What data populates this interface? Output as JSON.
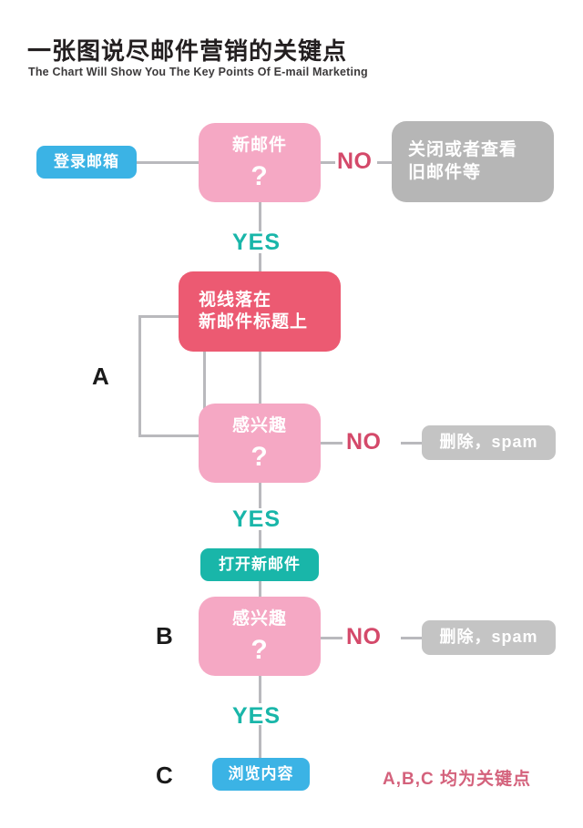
{
  "header": {
    "title_zh": "一张图说尽邮件营销的关键点",
    "title_en": "The Chart Will Show You The Key Points Of E-mail Marketing"
  },
  "colors": {
    "blue": "#3bb3e5",
    "teal": "#19b6a9",
    "pink": "#f5a8c4",
    "red": "#ec5a72",
    "gray": "#b6b6b6",
    "gray_light": "#c4c4c4",
    "line": "#b9b9bd",
    "no_text": "#d4496a",
    "yes_text": "#19b6a9",
    "footnote": "#d4627c",
    "letter": "#1a1a1a"
  },
  "nodes": {
    "login": {
      "label": "登录邮箱"
    },
    "new_mail": {
      "label": "新邮件",
      "question": "?"
    },
    "close_or_old": {
      "line1": "关闭或者查看",
      "line2": "旧邮件等"
    },
    "gaze": {
      "line1": "视线落在",
      "line2": "新邮件标题上"
    },
    "interest_a": {
      "label": "感兴趣",
      "question": "?"
    },
    "delete_spam_a": {
      "label": "删除，spam"
    },
    "open_mail": {
      "label": "打开新邮件"
    },
    "interest_b": {
      "label": "感兴趣",
      "question": "?"
    },
    "delete_spam_b": {
      "label": "删除，spam"
    },
    "browse": {
      "label": "浏览内容"
    }
  },
  "edges": {
    "no_1": "NO",
    "yes_1": "YES",
    "no_2": "NO",
    "yes_2": "YES",
    "no_3": "NO",
    "yes_3": "YES"
  },
  "markers": {
    "a": "A",
    "b": "B",
    "c": "C"
  },
  "footnote": {
    "text": "A,B,C 均为关键点"
  }
}
